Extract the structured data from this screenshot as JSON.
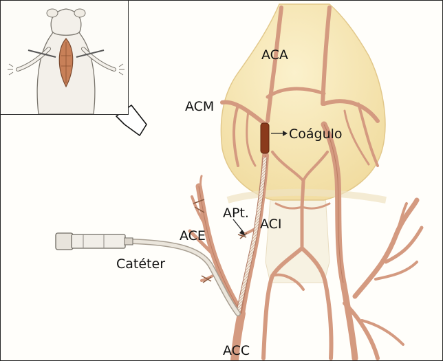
{
  "labels": {
    "aca": "ACA",
    "acm": "ACM",
    "coagulo": "Coágulo",
    "apt": "APt.",
    "aci": "ACI",
    "ace": "ACE",
    "cateter": "Catéter",
    "acc": "ACC"
  },
  "colors": {
    "brain_fill": "#f8eab7",
    "vessel_fill": "#e6b49a",
    "vessel_stroke": "#b86f56",
    "clot": "#8a3a1c",
    "catheter": "#d9d2c4"
  }
}
